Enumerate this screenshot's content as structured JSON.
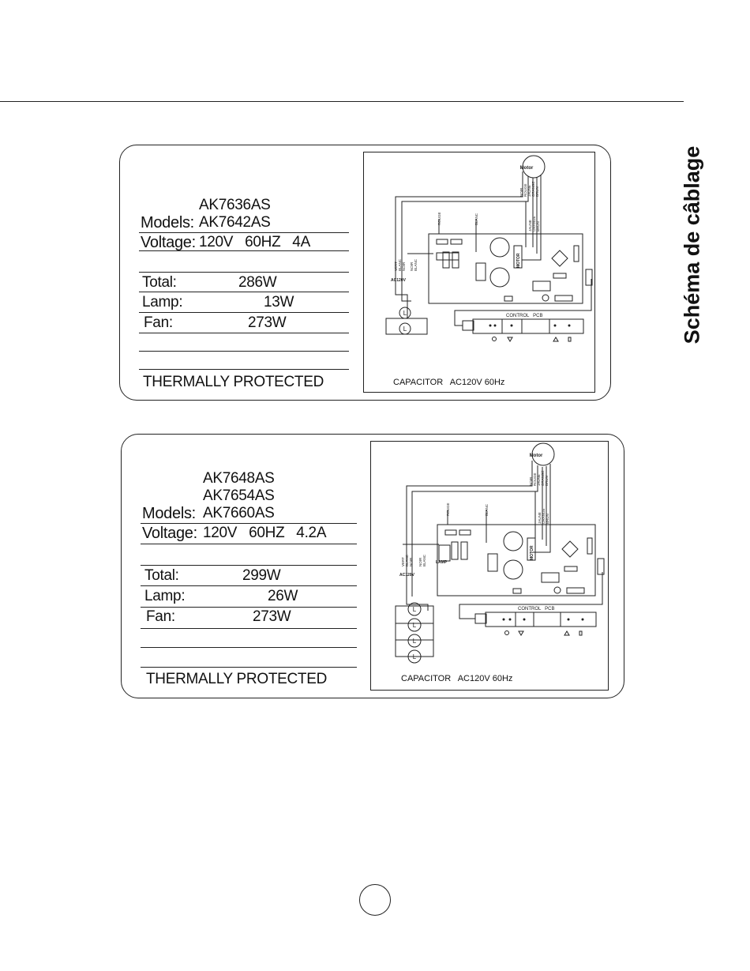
{
  "side_title": "Schéma de câblage",
  "panels": [
    {
      "models_label": "Models:",
      "models": [
        "AK7636AS",
        "AK7642AS"
      ],
      "voltage_label": "Voltage:",
      "voltage_value": "120V   60HZ   4A",
      "total_label": "Total:",
      "total_value": "286W",
      "lamp_label": "Lamp:",
      "lamp_value": "13W",
      "fan_label": "Fan:",
      "fan_value": "273W",
      "protection": "THERMALLY PROTECTED",
      "diagram": {
        "motor": "Motor",
        "motor_wires": [
          "NOIR",
          "ROUGE",
          "JAUNE",
          "ORANGE",
          "BRUN"
        ],
        "lower_wires": [
          "JAUNE",
          "ORANGE",
          "BRUN"
        ],
        "rouge": "ROUGE",
        "blanc": "BLANC",
        "left_wires": [
          "VERT",
          "BLANC",
          "NOIR"
        ],
        "right_wires": [
          "NOIR",
          "BLANC"
        ],
        "ac": "AC120V",
        "motor_label": "MOTOR",
        "control": "CONTROL   PCB",
        "lamp_symbol": "L",
        "caption": "CAPACITOR   AC120V 60Hz"
      }
    },
    {
      "models_label": "Models:",
      "models": [
        "AK7648AS",
        "AK7654AS",
        "AK7660AS"
      ],
      "voltage_label": "Voltage:",
      "voltage_value": "120V   60HZ   4.2A",
      "total_label": "Total:",
      "total_value": "299W",
      "lamp_label": "Lamp:",
      "lamp_value": "26W",
      "fan_label": "Fan:",
      "fan_value": "273W",
      "protection": "THERMALLY PROTECTED",
      "diagram": {
        "motor": "Motor",
        "motor_wires": [
          "NOIR",
          "ROUGE",
          "JAUNE",
          "ORANGE",
          "BRUN"
        ],
        "lower_wires": [
          "JAUNE",
          "ORANGE",
          "BRUN"
        ],
        "rouge": "ROUGE",
        "blanc": "BLANC",
        "left_wires": [
          "VERT",
          "BLANC",
          "NOIR"
        ],
        "right_wires": [
          "NOIR",
          "BLANC"
        ],
        "ac": "AC120V",
        "motor_label": "MOTOR",
        "lamp_board": "LAMP",
        "control": "CONTROL   PCB",
        "lamp_symbol": "L",
        "caption": "CAPACITOR   AC120V 60Hz"
      }
    }
  ]
}
